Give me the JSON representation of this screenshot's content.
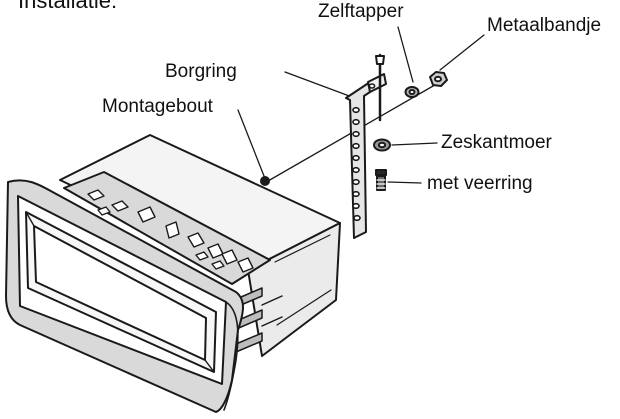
{
  "heading_fragment": "Installatie:",
  "labels": {
    "zelftapper": "Zelftapper",
    "metaalbandje": "Metaalbandje",
    "borgring": "Borgring",
    "montagebout": "Montagebout",
    "zeskantmoer": "Zeskantmoer",
    "veerring": "met veerring"
  },
  "colors": {
    "line": "#1a1a1a",
    "shade": "#d9d9d9",
    "dark": "#8a8a8a",
    "background": "#ffffff"
  }
}
